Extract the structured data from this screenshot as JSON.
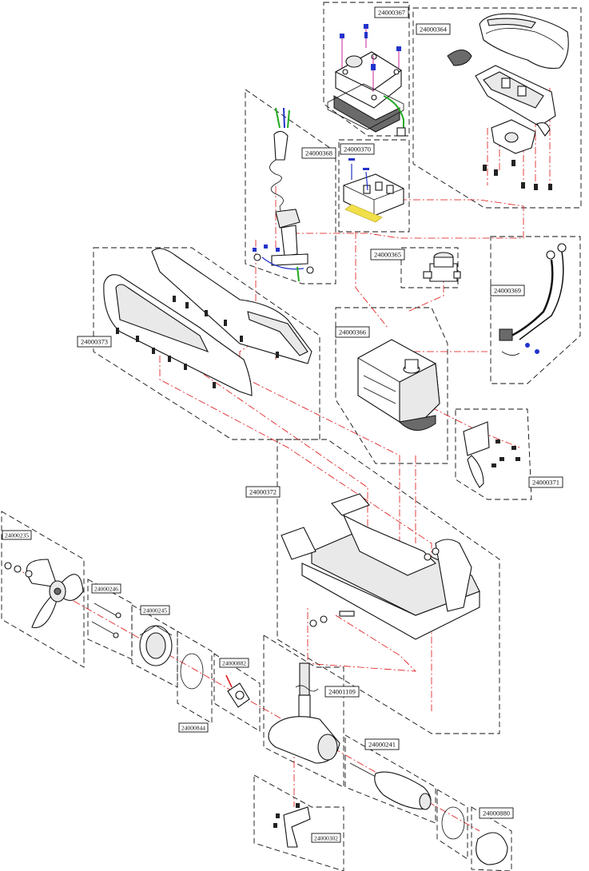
{
  "diagram": {
    "type": "exploded-parts-diagram",
    "labels": {
      "p24000367": "24000367",
      "p24000364": "24000364",
      "p24000368": "24000368",
      "p24000370": "24000370",
      "p24000365": "24000365",
      "p24000369": "24000369",
      "p24000366": "24000366",
      "p24000373": "24000373",
      "p24000371": "24000371",
      "p24000372": "24000372",
      "p24000235": "24000235",
      "p24000246": "24000246",
      "p24000245": "24000245",
      "p24000882": "24000882",
      "p24000844": "24000844",
      "p24001109": "24001109",
      "p24000241": "24000241",
      "p24000880": "24000880",
      "p24000302": "24000302"
    },
    "colors": {
      "outline": "#111111",
      "leader": "#dd1111",
      "wire_green": "#22aa22",
      "wire_blue": "#2233cc",
      "wire_yellow": "#f2e04a",
      "screw_magenta": "#cc2299"
    }
  }
}
